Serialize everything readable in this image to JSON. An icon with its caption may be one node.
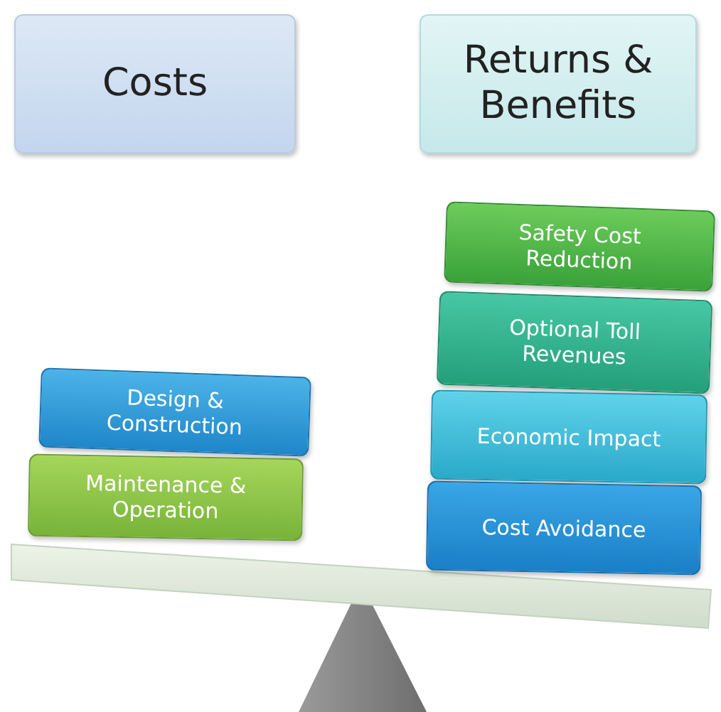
{
  "diagram": {
    "nodes": [
      {
        "text": [
          "Costs"
        ]
      },
      {
        "text": [
          "Returns & Benefits"
        ]
      },
      {
        "text": [
          "Design & Construction"
        ]
      },
      {
        "text": [
          "Maintenance & Operation"
        ]
      },
      {
        "text": [
          "Safety Cost Reduction"
        ]
      },
      {
        "text": [
          "Optional Toll Revenues"
        ]
      },
      {
        "text": [
          "Economic Impact"
        ]
      },
      {
        "text": [
          "Cost Avoidance"
        ]
      }
    ]
  }
}
